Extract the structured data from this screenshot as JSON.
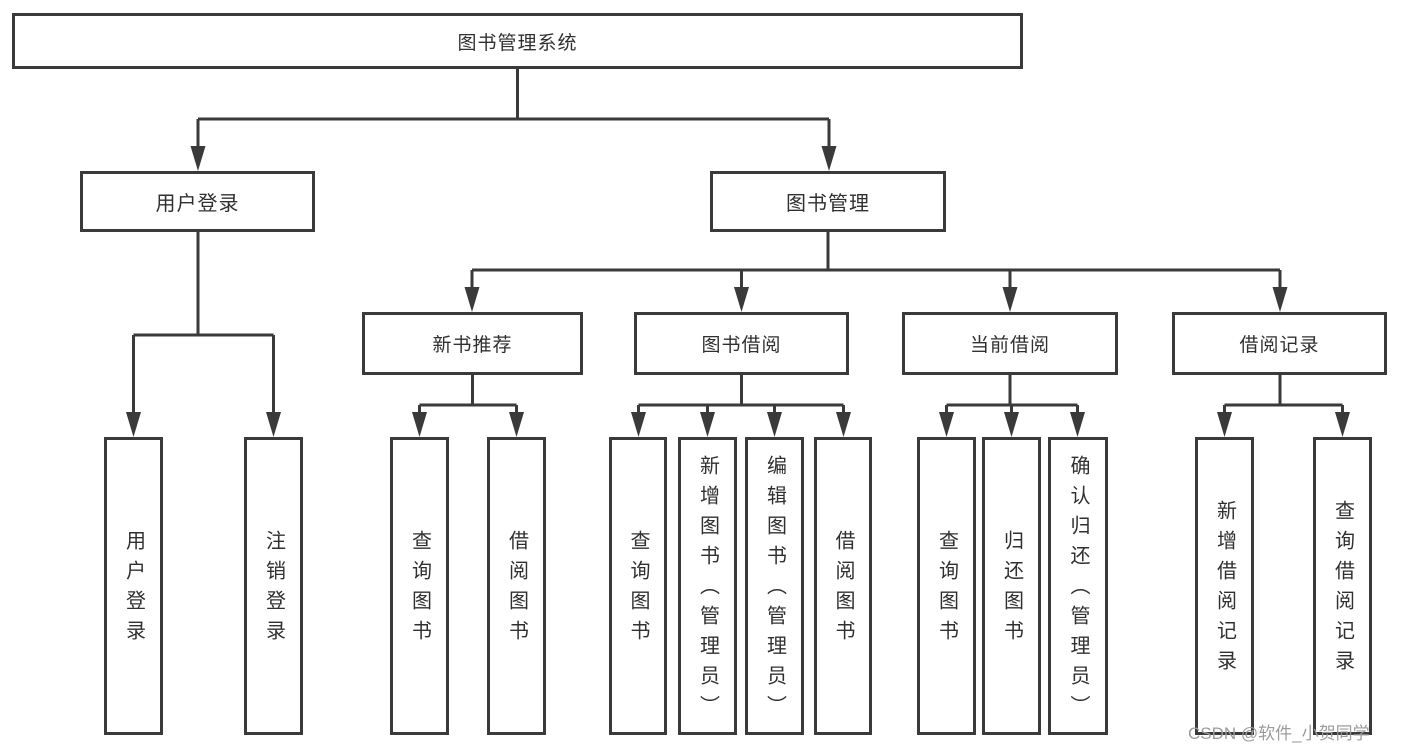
{
  "diagram": {
    "title": "图书管理系统",
    "root": {
      "label": "图书管理系统"
    },
    "level2": [
      {
        "label": "用户登录"
      },
      {
        "label": "图书管理"
      }
    ],
    "level3": [
      {
        "label": "新书推荐"
      },
      {
        "label": "图书借阅"
      },
      {
        "label": "当前借阅"
      },
      {
        "label": "借阅记录"
      }
    ],
    "leaves": [
      "用户登录",
      "注销登录",
      "查询图书",
      "借阅图书",
      "查询图书",
      "新增图书（管理员）",
      "编辑图书（管理员）",
      "借阅图书",
      "查询图书",
      "归还图书",
      "确认归还（管理员）",
      "新增借阅记录",
      "查询借阅记录"
    ],
    "colors": {
      "line": "#3a3a3a",
      "text": "#303030",
      "box_fill": "#ffffff",
      "watermark": "#9c9c9c"
    },
    "watermark": "CSDN @软件_小贺同学"
  }
}
